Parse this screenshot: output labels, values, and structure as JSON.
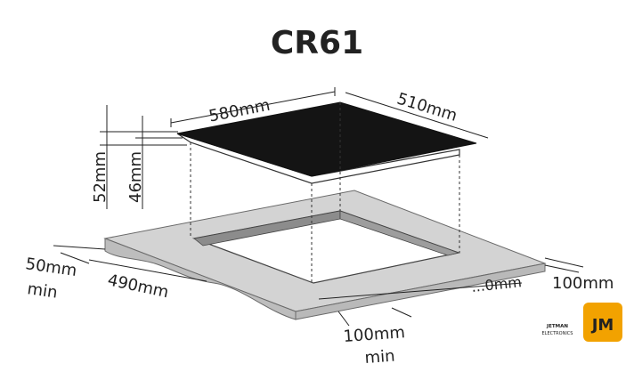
{
  "title": "CR61",
  "dimensions": {
    "width_top": "580mm",
    "depth_top": "510mm",
    "height_total": "52mm",
    "height_inner": "46mm",
    "clearance_left": "50mm",
    "clearance_left_suffix": "min",
    "cutout_width": "490mm",
    "cutout_depth_partial": "...0mm",
    "clearance_right": "100mm",
    "clearance_front": "100mm",
    "clearance_front_suffix": "min"
  },
  "logo": {
    "line1": "JETMAN",
    "line2": "ELECTRONICS",
    "letters": "JM"
  },
  "colors": {
    "glass": "#141414",
    "counter_top": "#d0d0d0",
    "counter_edge": "#b5b5b5",
    "cutout_wall": "#8c8c8c",
    "logo_accent": "#f2a200"
  }
}
